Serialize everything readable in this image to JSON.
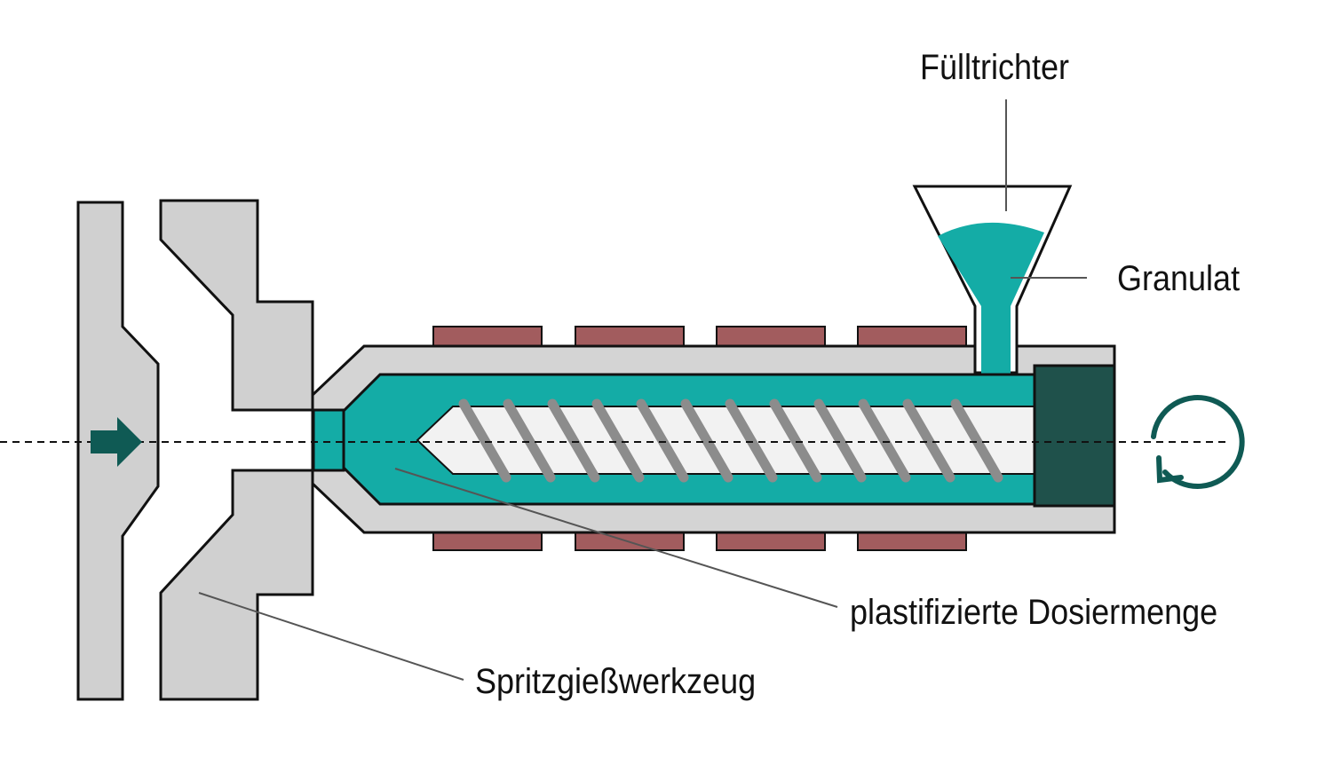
{
  "labels": {
    "hopper": "Fülltrichter",
    "granulate": "Granulat",
    "melt": "plastifizierte Dosiermenge",
    "mold": "Spritzgießwerkzeug"
  },
  "colors": {
    "mold_gray": "#d0d0d0",
    "barrel_gray": "#d4d4d4",
    "melt_teal": "#14aca6",
    "screw_light": "#f2f2f2",
    "screw_flight": "#8c8c8c",
    "heater_band": "#a25c5e",
    "drive_block": "#1f514b",
    "arrow_teal": "#0f5a54",
    "outline": "#111111"
  },
  "icons": [
    "push-arrow-icon",
    "rotation-arrow-icon"
  ]
}
